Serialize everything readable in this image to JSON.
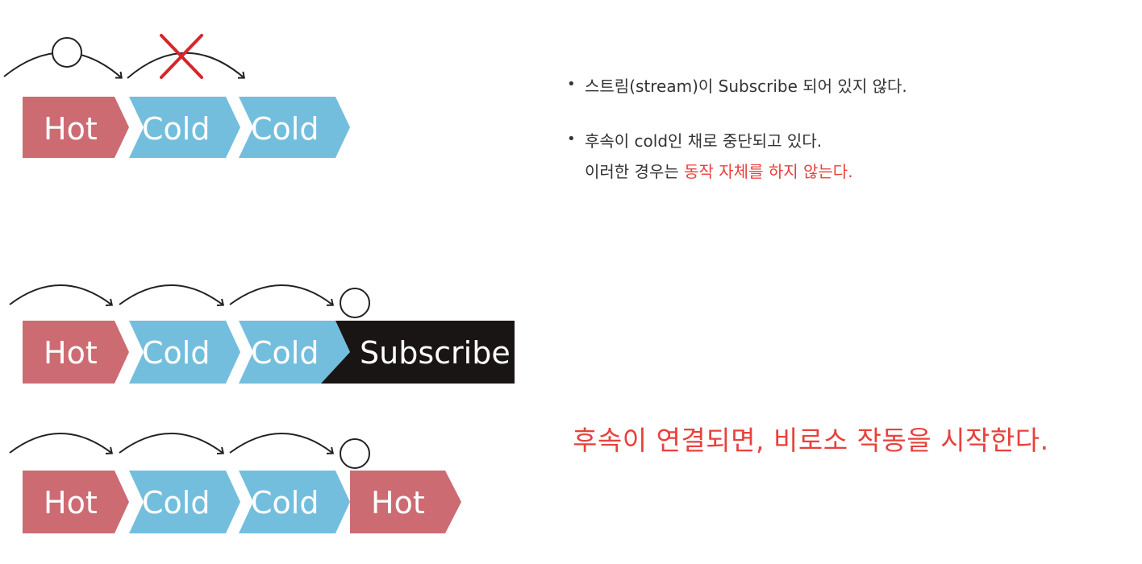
{
  "diagrams": [
    {
      "chips": [
        {
          "label": "Hot",
          "kind": "hot"
        },
        {
          "label": "Cold",
          "kind": "cold"
        },
        {
          "label": "Cold",
          "kind": "cold"
        }
      ]
    },
    {
      "chips": [
        {
          "label": "Hot",
          "kind": "hot"
        },
        {
          "label": "Cold",
          "kind": "cold"
        },
        {
          "label": "Cold",
          "kind": "cold"
        },
        {
          "label": "Subscribe",
          "kind": "subscribe"
        }
      ]
    },
    {
      "chips": [
        {
          "label": "Hot",
          "kind": "hot"
        },
        {
          "label": "Cold",
          "kind": "cold"
        },
        {
          "label": "Cold",
          "kind": "cold"
        },
        {
          "label": "Hot",
          "kind": "hot"
        }
      ]
    }
  ],
  "notes": {
    "bullet1": "스트림(stream)이 Subscribe 되어 있지 않다.",
    "bullet2_line1": "후속이 cold인 채로 중단되고 있다.",
    "bullet2_line2_prefix": "이러한 경우는 ",
    "bullet2_line2_highlight": "동작 자체를 하지 않는다."
  },
  "conclusion": "후속이 연결되면, 비로소 작동을 시작한다.",
  "colors": {
    "hot": "#cd6b73",
    "cold": "#74bedd",
    "subscribe": "#1a1515",
    "highlight": "#e8413c"
  }
}
